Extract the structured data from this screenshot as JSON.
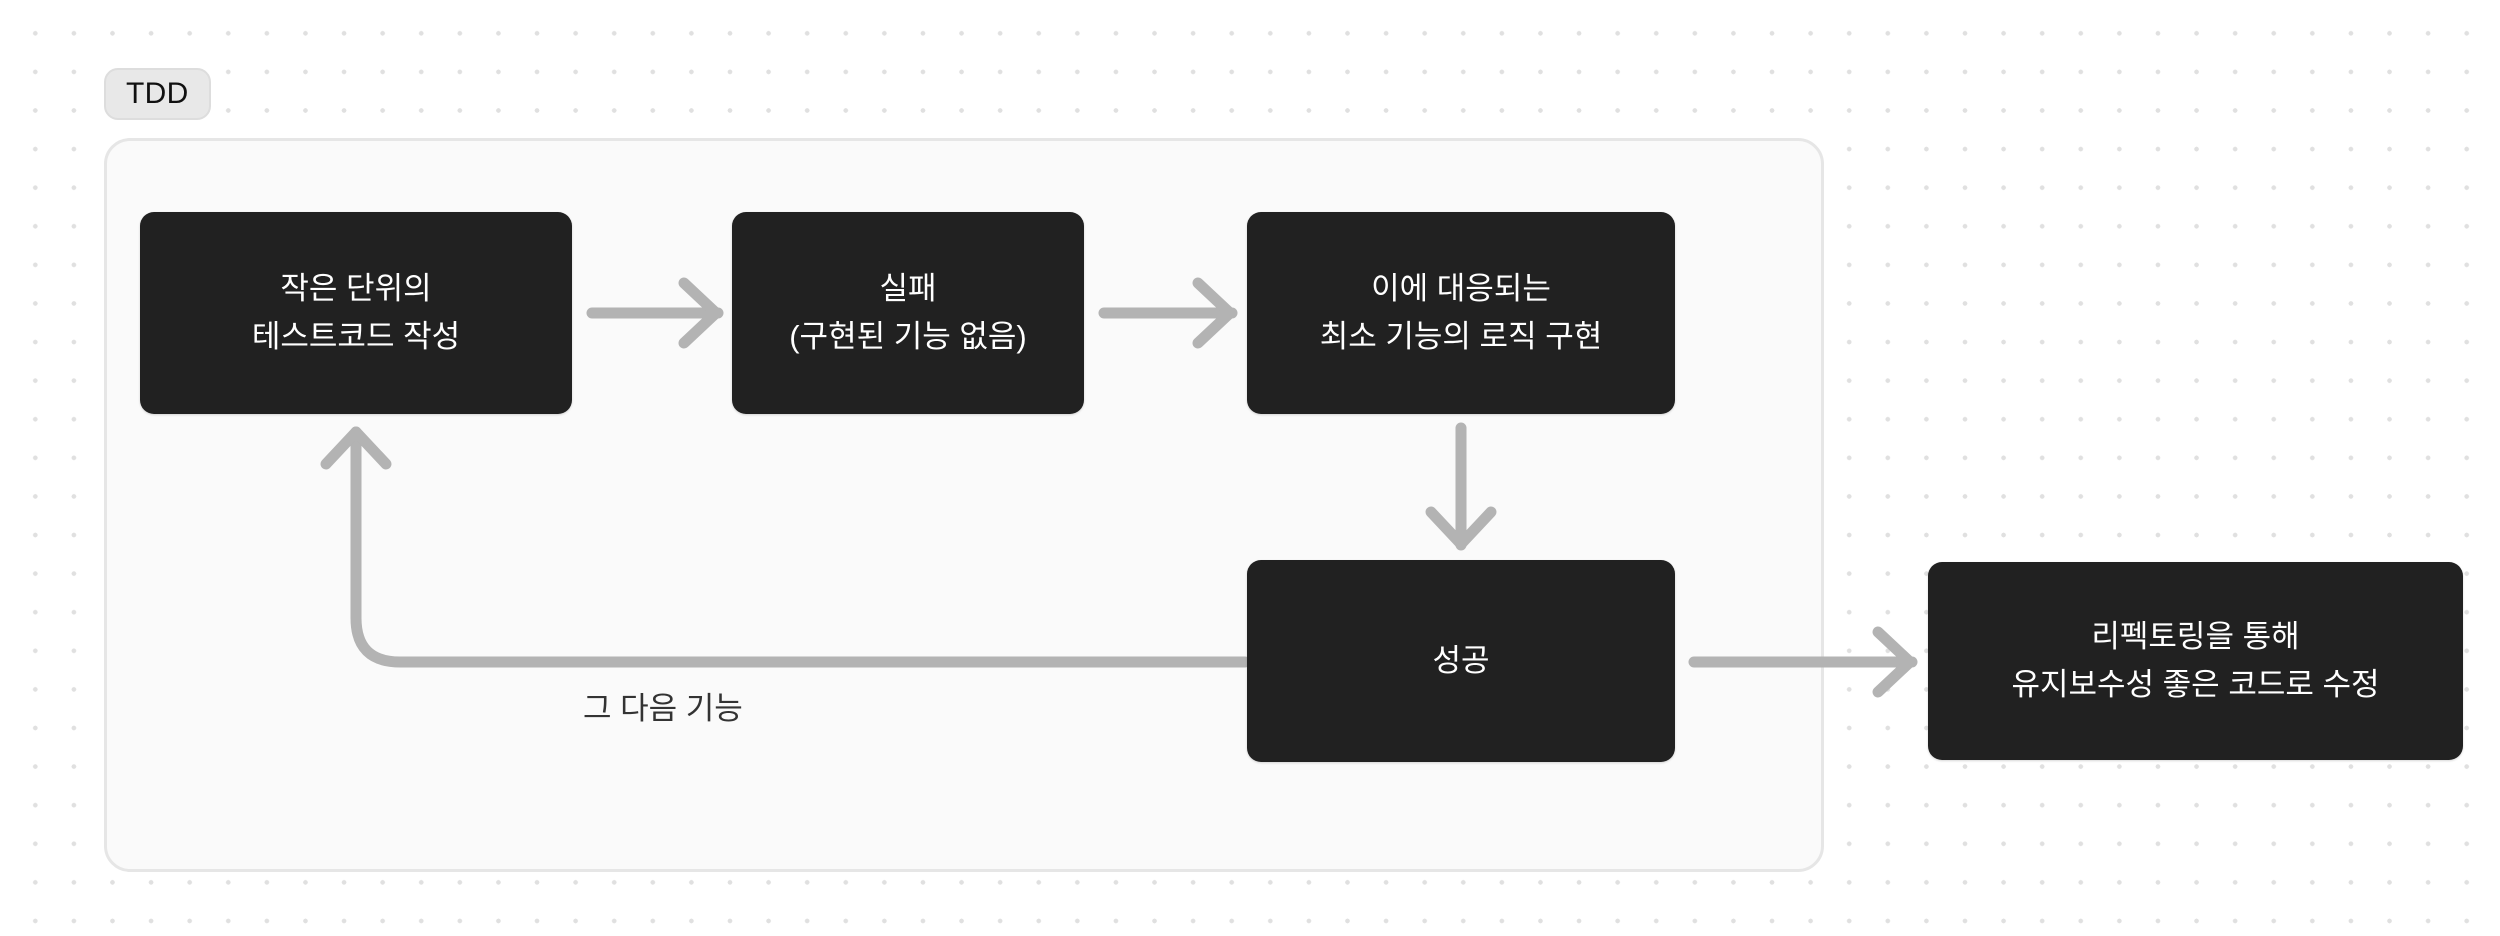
{
  "diagram": {
    "type": "flowchart",
    "title_badge": "TDD",
    "background": {
      "style": "dot-grid",
      "page_color": "#ffffff",
      "dot_color": "#e0e0e0"
    },
    "group": {
      "label": "TDD",
      "fill": "#fafafa",
      "border_color": "#e6e6e6"
    },
    "palette": {
      "node_fill": "#212121",
      "node_text": "#ffffff",
      "connector": "#b3b3b3",
      "label_text": "#333333",
      "badge_fill": "#e8e8e8"
    },
    "nodes": [
      {
        "id": "test",
        "lines": [
          "작은 단위의",
          "테스트코드 작성"
        ]
      },
      {
        "id": "fail",
        "lines": [
          "실패",
          "(구현된 기능 없음)"
        ]
      },
      {
        "id": "impl",
        "lines": [
          "이에 대응되는",
          "최소 기능의 로직 구현"
        ]
      },
      {
        "id": "success",
        "lines": [
          "성공"
        ]
      },
      {
        "id": "refactor",
        "lines": [
          "리펙토링을 통해",
          "유지보수성 좋은 코드로 수정"
        ]
      }
    ],
    "edges": [
      {
        "id": "e1",
        "from": "test",
        "to": "fail",
        "label": "",
        "direction": "right"
      },
      {
        "id": "e2",
        "from": "fail",
        "to": "impl",
        "label": "",
        "direction": "right"
      },
      {
        "id": "e3",
        "from": "impl",
        "to": "success",
        "label": "",
        "direction": "down"
      },
      {
        "id": "e4",
        "from": "success",
        "to": "refactor",
        "label": "",
        "direction": "right"
      },
      {
        "id": "e5",
        "from": "success",
        "to": "test",
        "label": "그 다음 기능",
        "direction": "loop-back-up"
      }
    ]
  }
}
